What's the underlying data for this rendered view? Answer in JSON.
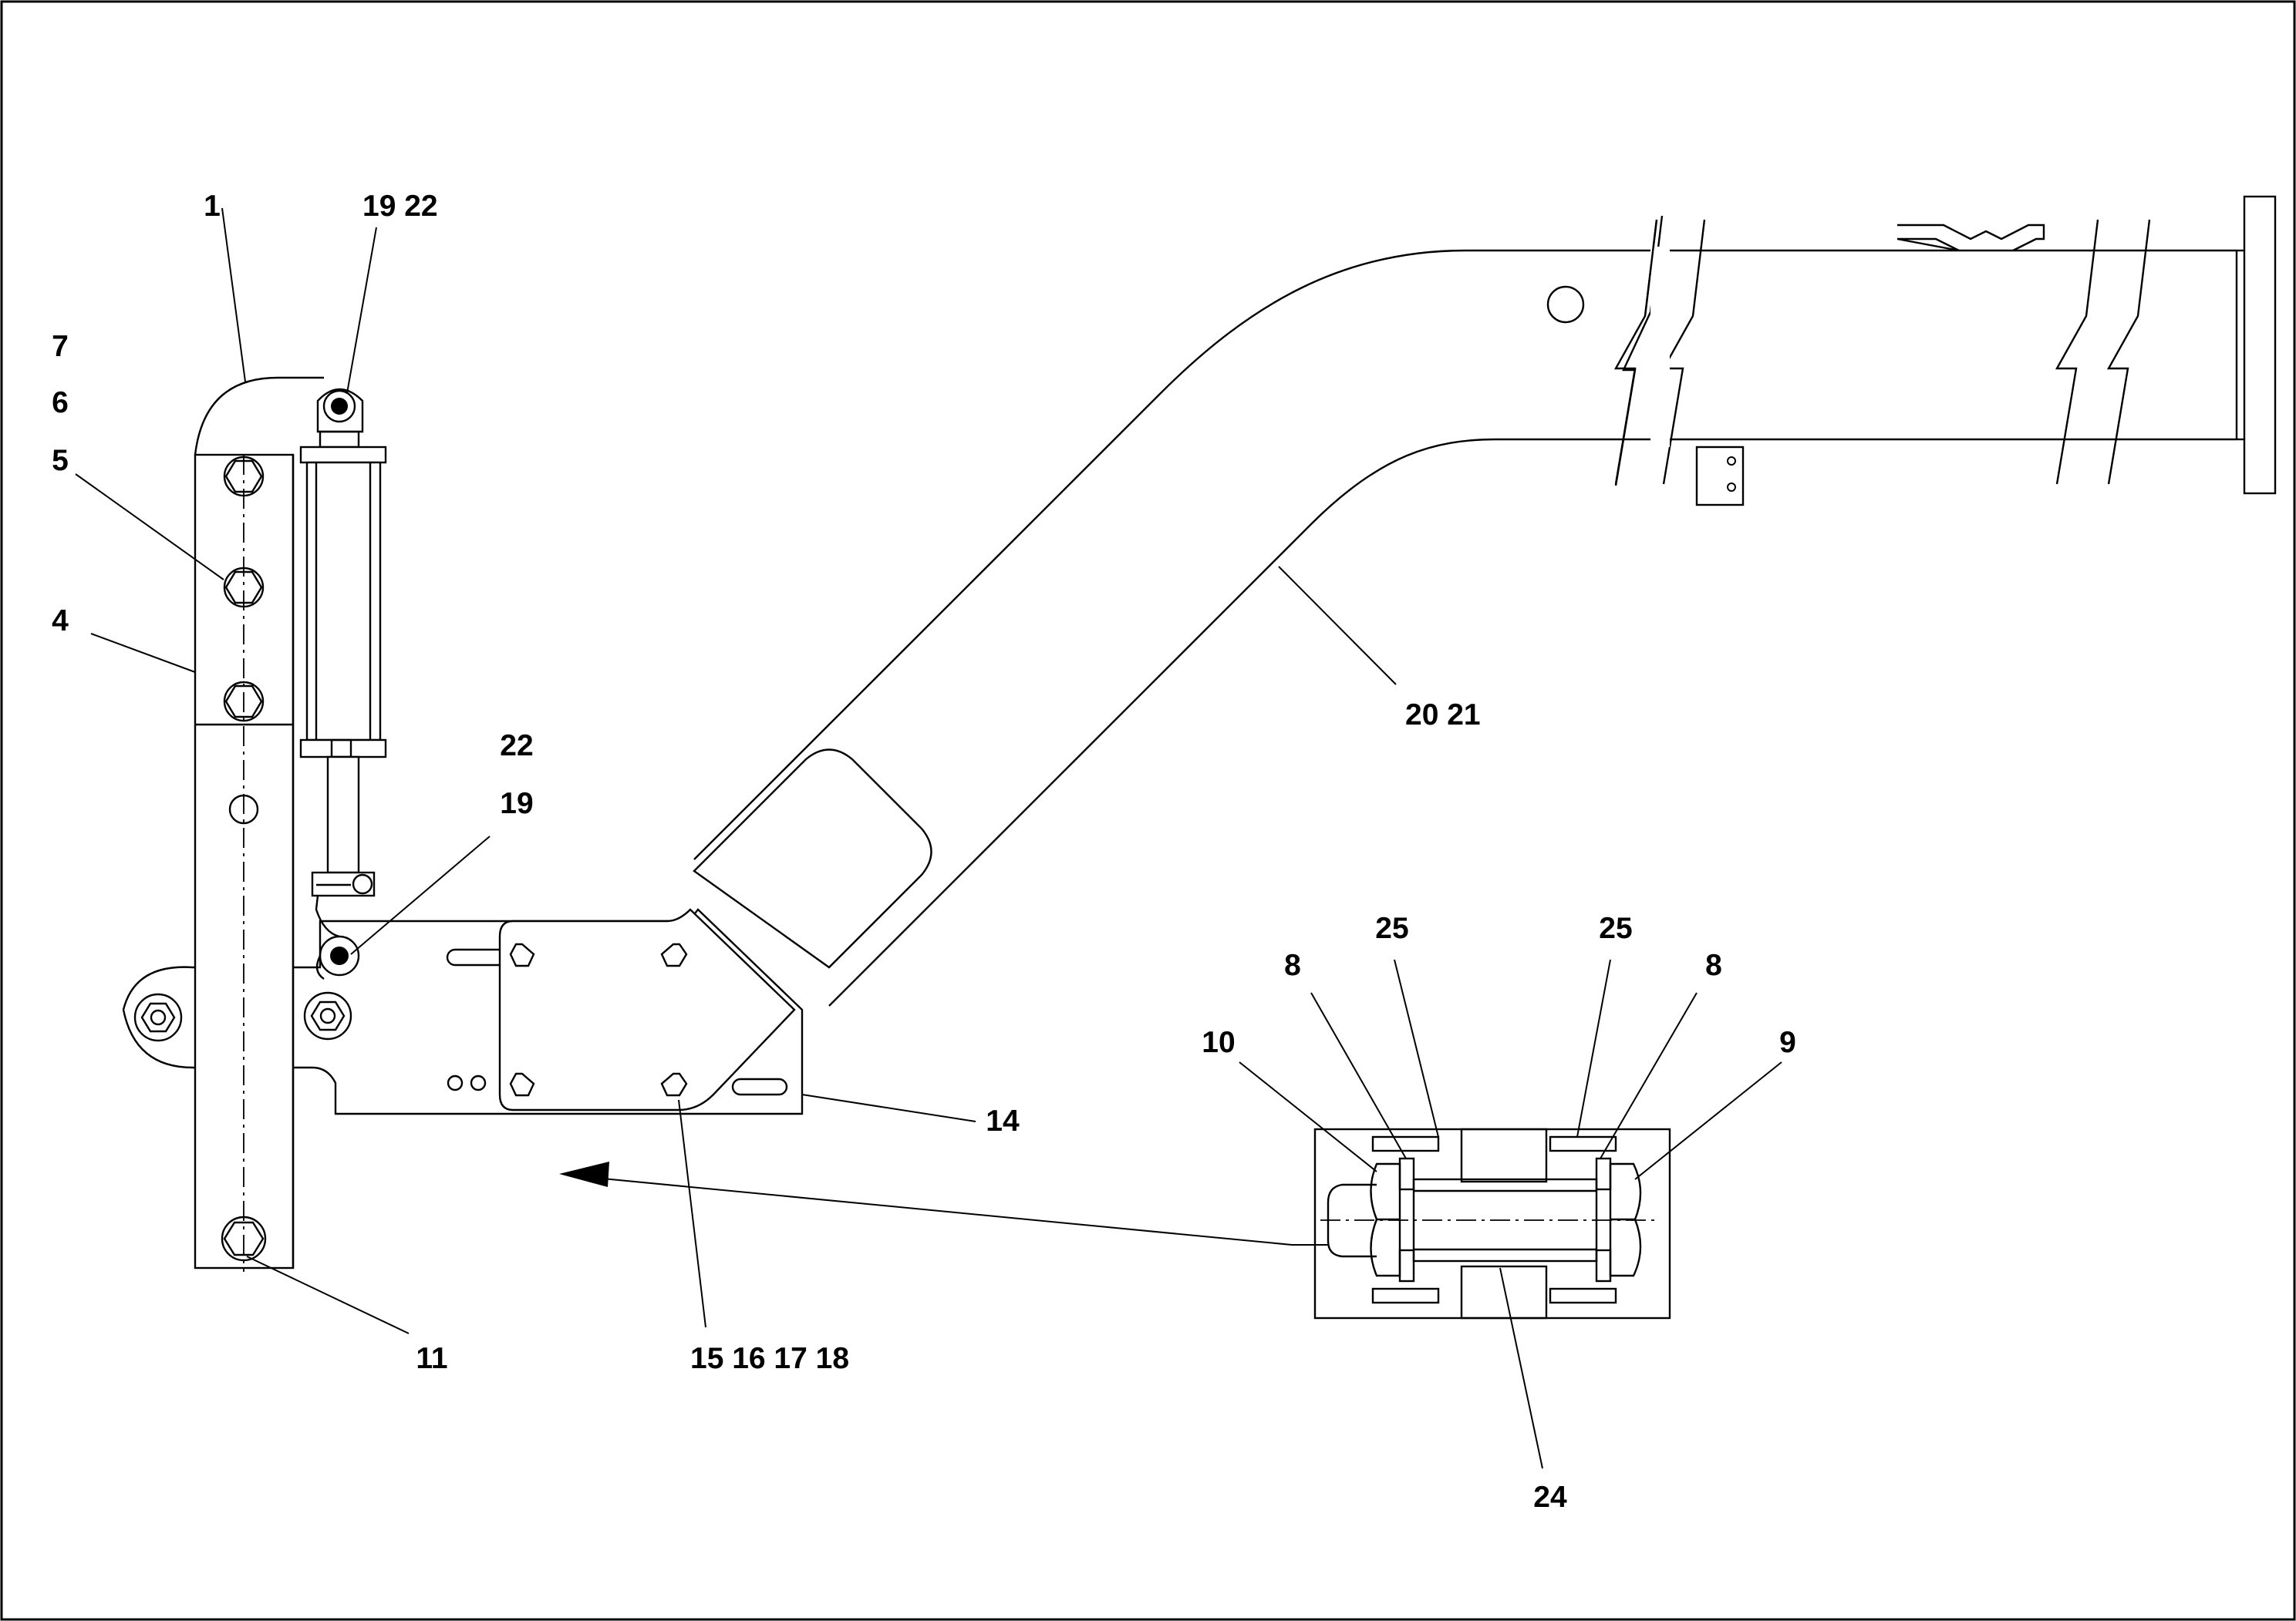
{
  "callouts": {
    "c1": "1",
    "c19_22_top": "19  22",
    "c7": "7",
    "c6": "6",
    "c5": "5",
    "c4": "4",
    "c22": "22",
    "c19": "19",
    "c20_21": "20  21",
    "c14": "14",
    "c11": "11",
    "c15_18": "15  16  17  18",
    "c24": "24",
    "c25_left": "25",
    "c25_right": "25",
    "c8_left": "8",
    "c8_right": "8",
    "c10": "10",
    "c9": "9"
  }
}
